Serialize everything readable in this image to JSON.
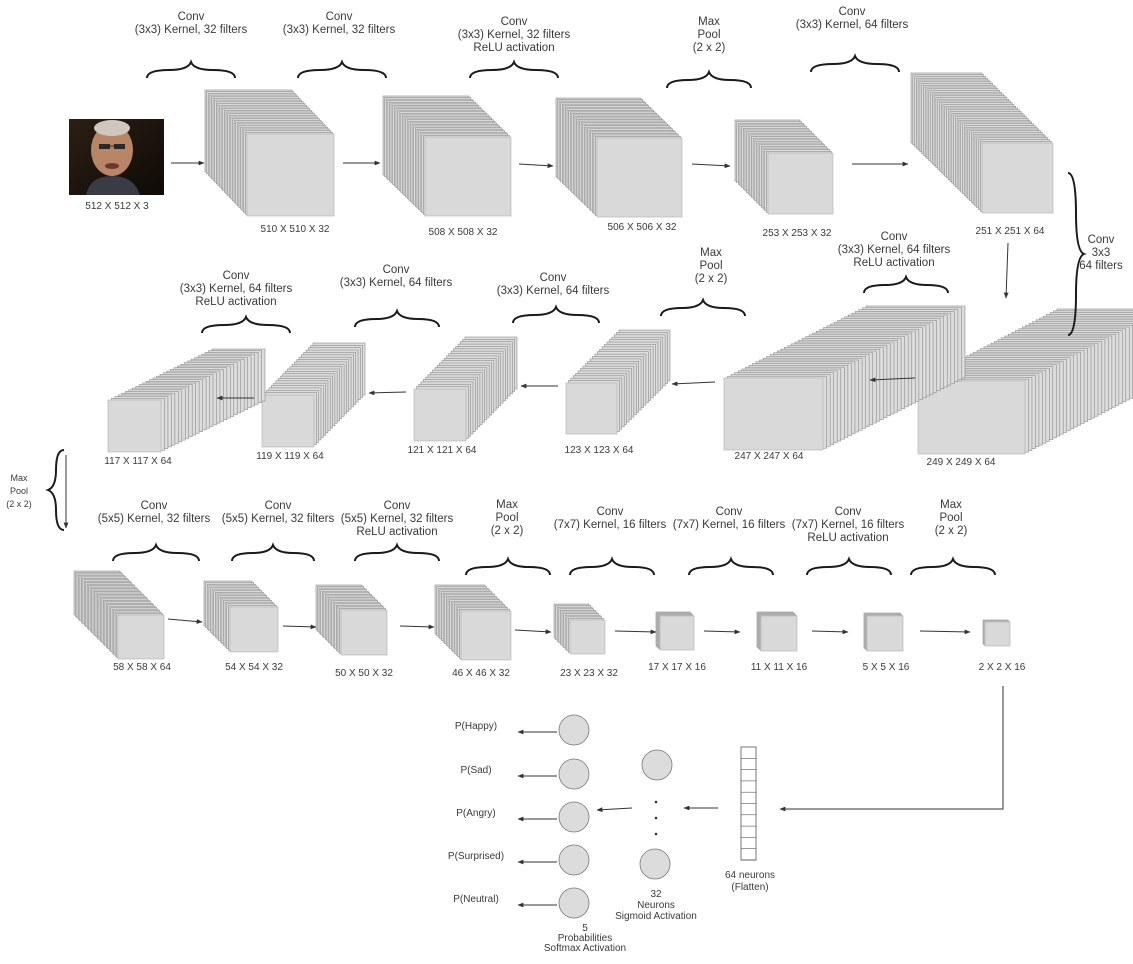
{
  "input": {
    "label": "512 X 512 X 3",
    "photo_icon": "face-photo"
  },
  "row1": {
    "layers": [
      {
        "dims": "510 X 510 X 32"
      },
      {
        "dims": "508 X 508 X 32"
      },
      {
        "dims": "506 X 506 X 32"
      },
      {
        "dims": "253 X 253 X 32"
      },
      {
        "dims": "251 X 251 X 64"
      }
    ],
    "ops": [
      {
        "lines": [
          "Conv",
          "(3x3) Kernel, 32 filters"
        ]
      },
      {
        "lines": [
          "Conv",
          "(3x3) Kernel, 32 filters"
        ]
      },
      {
        "lines": [
          "Conv",
          "(3x3) Kernel, 32 filters",
          "ReLU activation"
        ]
      },
      {
        "lines": [
          "Max",
          "Pool",
          "(2 x 2)"
        ]
      },
      {
        "lines": [
          "Conv",
          "(3x3) Kernel, 64 filters"
        ]
      }
    ]
  },
  "right_transition": {
    "lines": [
      "Conv",
      "3x3",
      "64 filters"
    ]
  },
  "row2": {
    "layers": [
      {
        "dims": "249 X 249 X 64"
      },
      {
        "dims": "247 X 247 X 64"
      },
      {
        "dims": "123 X 123 X 64"
      },
      {
        "dims": "121 X 121 X 64"
      },
      {
        "dims": "119 X 119 X 64"
      },
      {
        "dims": "117 X 117 X 64"
      }
    ],
    "ops": [
      {
        "lines": [
          "Conv",
          "(3x3) Kernel, 64 filters",
          "ReLU activation"
        ]
      },
      {
        "lines": [
          "Max",
          "Pool",
          "(2 x 2)"
        ]
      },
      {
        "lines": [
          "Conv",
          "(3x3) Kernel, 64 filters"
        ]
      },
      {
        "lines": [
          "Conv",
          "(3x3) Kernel, 64 filters"
        ]
      },
      {
        "lines": [
          "Conv",
          "(3x3) Kernel, 64 filters",
          "ReLU activation"
        ]
      }
    ]
  },
  "left_transition": {
    "lines": [
      "Max",
      "Pool",
      "(2 x 2)"
    ]
  },
  "row3": {
    "layers": [
      {
        "dims": "58 X 58 X 64"
      },
      {
        "dims": "54 X 54 X 32"
      },
      {
        "dims": "50 X 50 X 32"
      },
      {
        "dims": "46 X 46 X 32"
      },
      {
        "dims": "23 X 23 X 32"
      },
      {
        "dims": "17 X 17 X 16"
      },
      {
        "dims": "11 X 11 X 16"
      },
      {
        "dims": "5 X 5 X 16"
      },
      {
        "dims": "2 X 2 X 16"
      }
    ],
    "ops": [
      {
        "lines": [
          "Conv",
          "(5x5) Kernel, 32 filters"
        ]
      },
      {
        "lines": [
          "Conv",
          "(5x5) Kernel, 32 filters"
        ]
      },
      {
        "lines": [
          "Conv",
          "(5x5) Kernel, 32 filters",
          "ReLU activation"
        ]
      },
      {
        "lines": [
          "Max",
          "Pool",
          "(2 x 2)"
        ]
      },
      {
        "lines": [
          "Conv",
          "(7x7) Kernel, 16 filters"
        ]
      },
      {
        "lines": [
          "Conv",
          "(7x7) Kernel, 16 filters"
        ]
      },
      {
        "lines": [
          "Conv",
          "(7x7) Kernel, 16 filters",
          "ReLU activation"
        ]
      },
      {
        "lines": [
          "Max",
          "Pool",
          "(2 x 2)"
        ]
      }
    ]
  },
  "dense": {
    "flatten_label": [
      "64 neurons",
      "(Flatten)"
    ],
    "hidden_label": [
      "32",
      "Neurons",
      "Sigmoid Activation"
    ],
    "output_label": [
      "5",
      "Probabilities",
      "Softmax Activation"
    ],
    "outputs": [
      "P(Happy)",
      "P(Sad)",
      "P(Angry)",
      "P(Surprised)",
      "P(Neutral)"
    ]
  }
}
